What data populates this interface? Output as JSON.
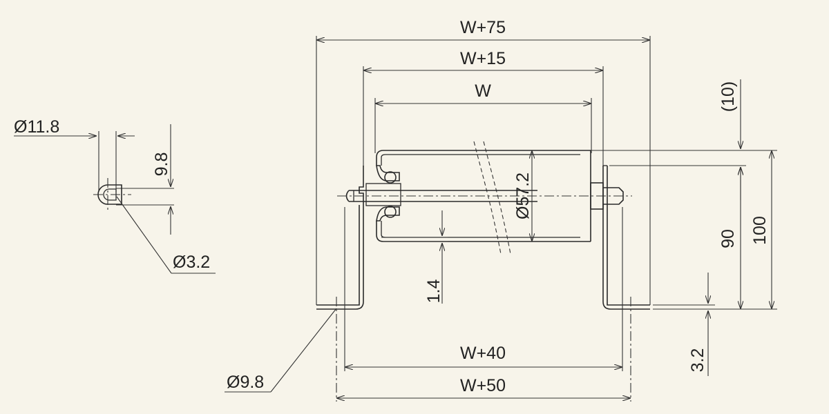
{
  "dimensions": {
    "w75": "W+75",
    "w15": "W+15",
    "w": "W",
    "w40": "W+40",
    "w50": "W+50",
    "d57": "Ø57.2",
    "h10": "(10)",
    "h90": "90",
    "h100": "100",
    "t32": "3.2",
    "t14": "1.4",
    "d98hole": "Ø9.8",
    "detail_d118": "Ø11.8",
    "detail_98": "9.8",
    "detail_d32": "Ø3.2"
  },
  "colors": {
    "background": "#f7f4ea",
    "line": "#2a2a2a"
  }
}
